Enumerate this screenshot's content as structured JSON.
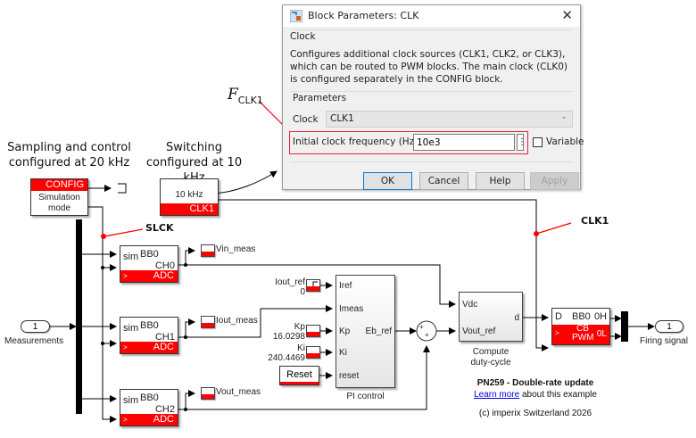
{
  "dialog": {
    "title": "Block Parameters: CLK",
    "close_icon": "close-icon",
    "section_clock": "Clock",
    "description": "Configures additional clock sources (CLK1, CLK2, or CLK3), which can be routed to PWM blocks. The main clock (CLK0) is configured separately in the CONFIG block.",
    "section_parameters": "Parameters",
    "clock_label": "Clock",
    "clock_value": "CLK1",
    "freq_label": "Initial clock frequency (Hz)",
    "freq_value": "10e3",
    "variable_label": "Variable",
    "variable_checked": false,
    "buttons": {
      "ok": "OK",
      "cancel": "Cancel",
      "help": "Help",
      "apply": "Apply"
    }
  },
  "annotations": {
    "fclk1_main": "F",
    "fclk1_sub": "CLK1",
    "sampling": "Sampling and control configured at 20 kHz",
    "sampling_l1": "Sampling and control",
    "sampling_l2": "configured at 20 kHz",
    "switching_l1": "Switching",
    "switching_l2": "configured at 10 kHz",
    "slck": "SLCK",
    "clk1": "CLK1"
  },
  "blocks": {
    "config": {
      "header": "CONFIG",
      "l1": "Simulation",
      "l2": "mode"
    },
    "clk": {
      "value": "10 kHz",
      "footer": "CLK1"
    },
    "adc": [
      {
        "sim": "sim",
        "bb": "BB0",
        "ch": "CH0",
        "footer": "ADC",
        "scope": "Vin_meas"
      },
      {
        "sim": "sim",
        "bb": "BB0",
        "ch": "CH1",
        "footer": "ADC",
        "scope": "Iout_meas"
      },
      {
        "sim": "sim",
        "bb": "BB0",
        "ch": "CH2",
        "footer": "ADC",
        "scope": "Vout_meas"
      }
    ],
    "inport": {
      "number": "1",
      "label": "Measurements"
    },
    "outport": {
      "number": "1",
      "label": "Firing signal"
    },
    "iout_ref": {
      "name": "Iout_ref",
      "value": "0"
    },
    "kp": {
      "name": "Kp",
      "value": "16.0298"
    },
    "ki": {
      "name": "Ki",
      "value": "240.4469"
    },
    "reset": {
      "label": "Reset"
    },
    "pi": {
      "name": "PI control",
      "inputs": [
        "Iref",
        "Imeas",
        "Kp",
        "Ki",
        "reset"
      ],
      "output": "Eb_ref"
    },
    "duty": {
      "name_l1": "Compute",
      "name_l2": "duty-cycle",
      "inputs": [
        "Vdc",
        "Vout_ref"
      ],
      "output": "d"
    },
    "pwm": {
      "in_d": "D",
      "bb": "BB0",
      "oh": "0H",
      "ol": "0L",
      "cb": "CB",
      "pwm": "PWM"
    },
    "sum": {
      "signs": "+ +"
    }
  },
  "footer": {
    "title": "PN259 - Double-rate update",
    "link": "Learn more",
    "link_suffix": " about this example",
    "copyright": "(c) imperix Switzerland 2026"
  },
  "colors": {
    "accent_red": "#ff0000",
    "callout_red": "#e8213a",
    "link_blue": "#0000ee"
  }
}
